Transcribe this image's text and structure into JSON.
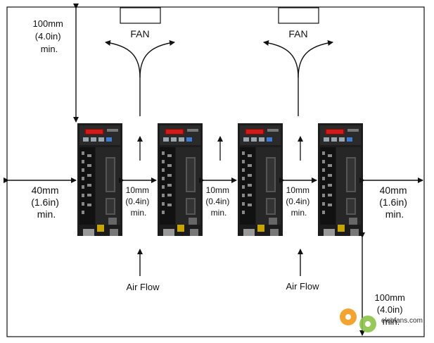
{
  "fan_label": "FAN",
  "top_clearance": {
    "l1": "100mm",
    "l2": "(4.0in)",
    "l3": "min."
  },
  "bottom_clearance": {
    "l1": "100mm",
    "l2": "(4.0in)",
    "l3": "min."
  },
  "side_left": {
    "l1": "40mm",
    "l2": "(1.6in)",
    "l3": "min."
  },
  "side_right": {
    "l1": "40mm",
    "l2": "(1.6in)",
    "l3": "min."
  },
  "gap": {
    "l1": "10mm",
    "l2": "(0.4in)",
    "l3": "min."
  },
  "airflow_label": "Air Flow",
  "watermark": {
    "text": "elecfans.com"
  },
  "colors": {
    "drive_body": "#1c1c1c",
    "drive_panel": "#2a2a2a",
    "led": "#d11a1a",
    "line": "#111111"
  }
}
